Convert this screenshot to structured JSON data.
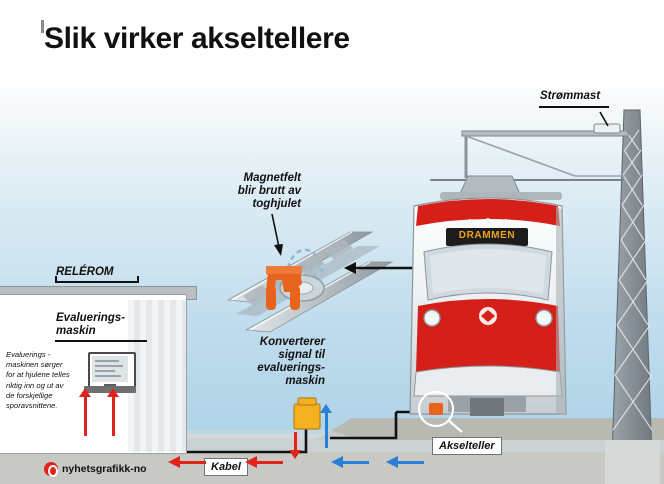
{
  "page": {
    "title": "Slik virker akseltellere",
    "background_sky": "#bfdced",
    "ground_color": "#c8c8c4",
    "accent_red": "#e2231a",
    "accent_blue": "#2b7fd4",
    "accent_orange": "#e8641d"
  },
  "labels": {
    "relay_room": "RELÉROM",
    "eval_machine": "Evaluerings-\nmaskin",
    "eval_machine_line1": "Evaluerings-",
    "eval_machine_line2": "maskin",
    "eval_body": "Evaluerings - maskinen sørger for at hjulene telles riktig inn og ut av de forskjellige sporavsnittene.",
    "magnetfelt_line1": "Magnetfelt",
    "magnetfelt_line2": "blir brutt av",
    "magnetfelt_line3": "toghjulet",
    "konverterer_line1": "Konverterer",
    "konverterer_line2": "signal til",
    "konverterer_line3": "evaluerings-",
    "konverterer_line4": "maskin",
    "axle_counter": "Akselteller",
    "cable": "Kabel",
    "power_mast": "Strømmast",
    "train_destination": "DRAMMEN"
  },
  "footer": {
    "source": "nyhetsgrafikk-no",
    "logo_icon": "play-circle-icon"
  }
}
